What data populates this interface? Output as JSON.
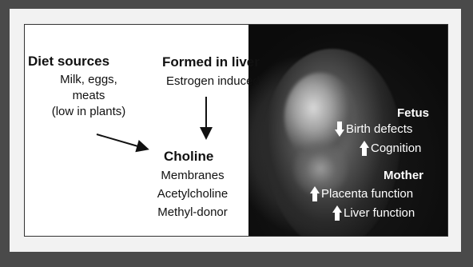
{
  "diet": {
    "title": "Diet sources",
    "line1": "Milk, eggs,",
    "line2": "meats",
    "line3": "(low in plants)"
  },
  "liver": {
    "title": "Formed in liver",
    "line1": "Estrogen induced"
  },
  "choline": {
    "title": "Choline",
    "line1": "Membranes",
    "line2": "Acetylcholine",
    "line3": "Methyl-donor"
  },
  "fetus": {
    "title": "Fetus",
    "item1": "Birth defects",
    "item2": "Cognition"
  },
  "mother": {
    "title": "Mother",
    "item1": "Placenta function",
    "item2": "Liver function"
  },
  "icons": {
    "decrease": "down-arrow-icon",
    "increase": "up-arrow-icon"
  }
}
